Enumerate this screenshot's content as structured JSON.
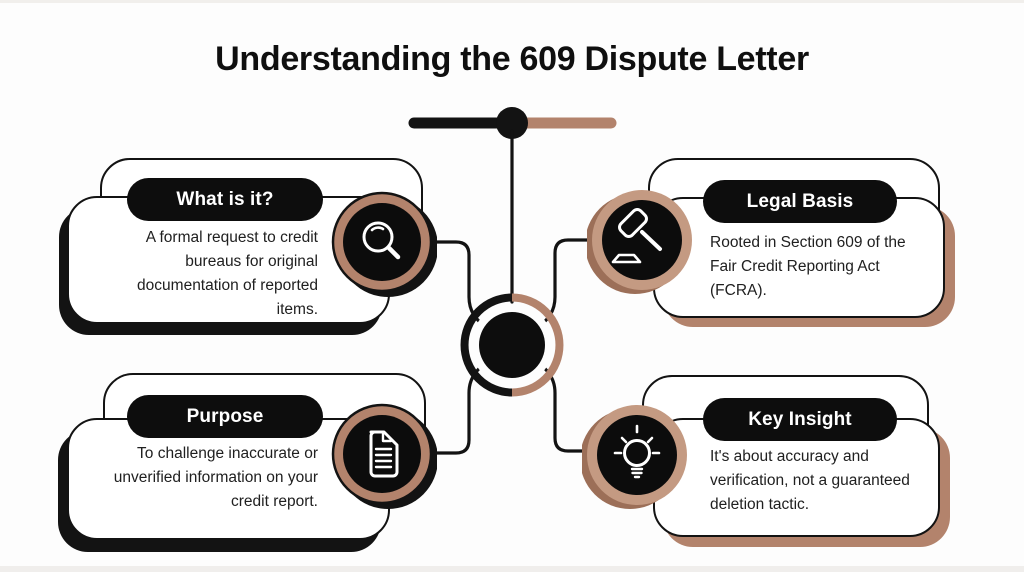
{
  "title": "Understanding the 609 Dispute Letter",
  "divider": {
    "style": "progress-slider",
    "left_color": "#131313",
    "right_color": "#b3836c"
  },
  "hub": {
    "style": "half-black-half-tan-ring",
    "black": "#131313",
    "tan": "#b3836c"
  },
  "cards": [
    {
      "id": "what-is-it",
      "title": "What is it?",
      "body": "A formal request to credit bureaus for original documentation of reported items.",
      "icon": "magnifier-icon",
      "shadow_color": "#131313"
    },
    {
      "id": "legal-basis",
      "title": "Legal Basis",
      "body": "Rooted in Section 609 of the Fair Credit Reporting Act (FCRA).",
      "icon": "gavel-icon",
      "shadow_color": "#b3836c"
    },
    {
      "id": "purpose",
      "title": "Purpose",
      "body": "To challenge inaccurate or unverified information on your credit report.",
      "icon": "document-icon",
      "shadow_color": "#131313"
    },
    {
      "id": "key-insight",
      "title": "Key Insight",
      "body": "It's about accuracy and verification, not a guaranteed deletion tactic.",
      "icon": "lightbulb-icon",
      "shadow_color": "#b3836c"
    }
  ],
  "colors": {
    "ink": "#131313",
    "tan": "#b3836c",
    "tan_light": "#c49a82",
    "tan_dark": "#9c6f58",
    "paper": "#fdfdfd"
  }
}
